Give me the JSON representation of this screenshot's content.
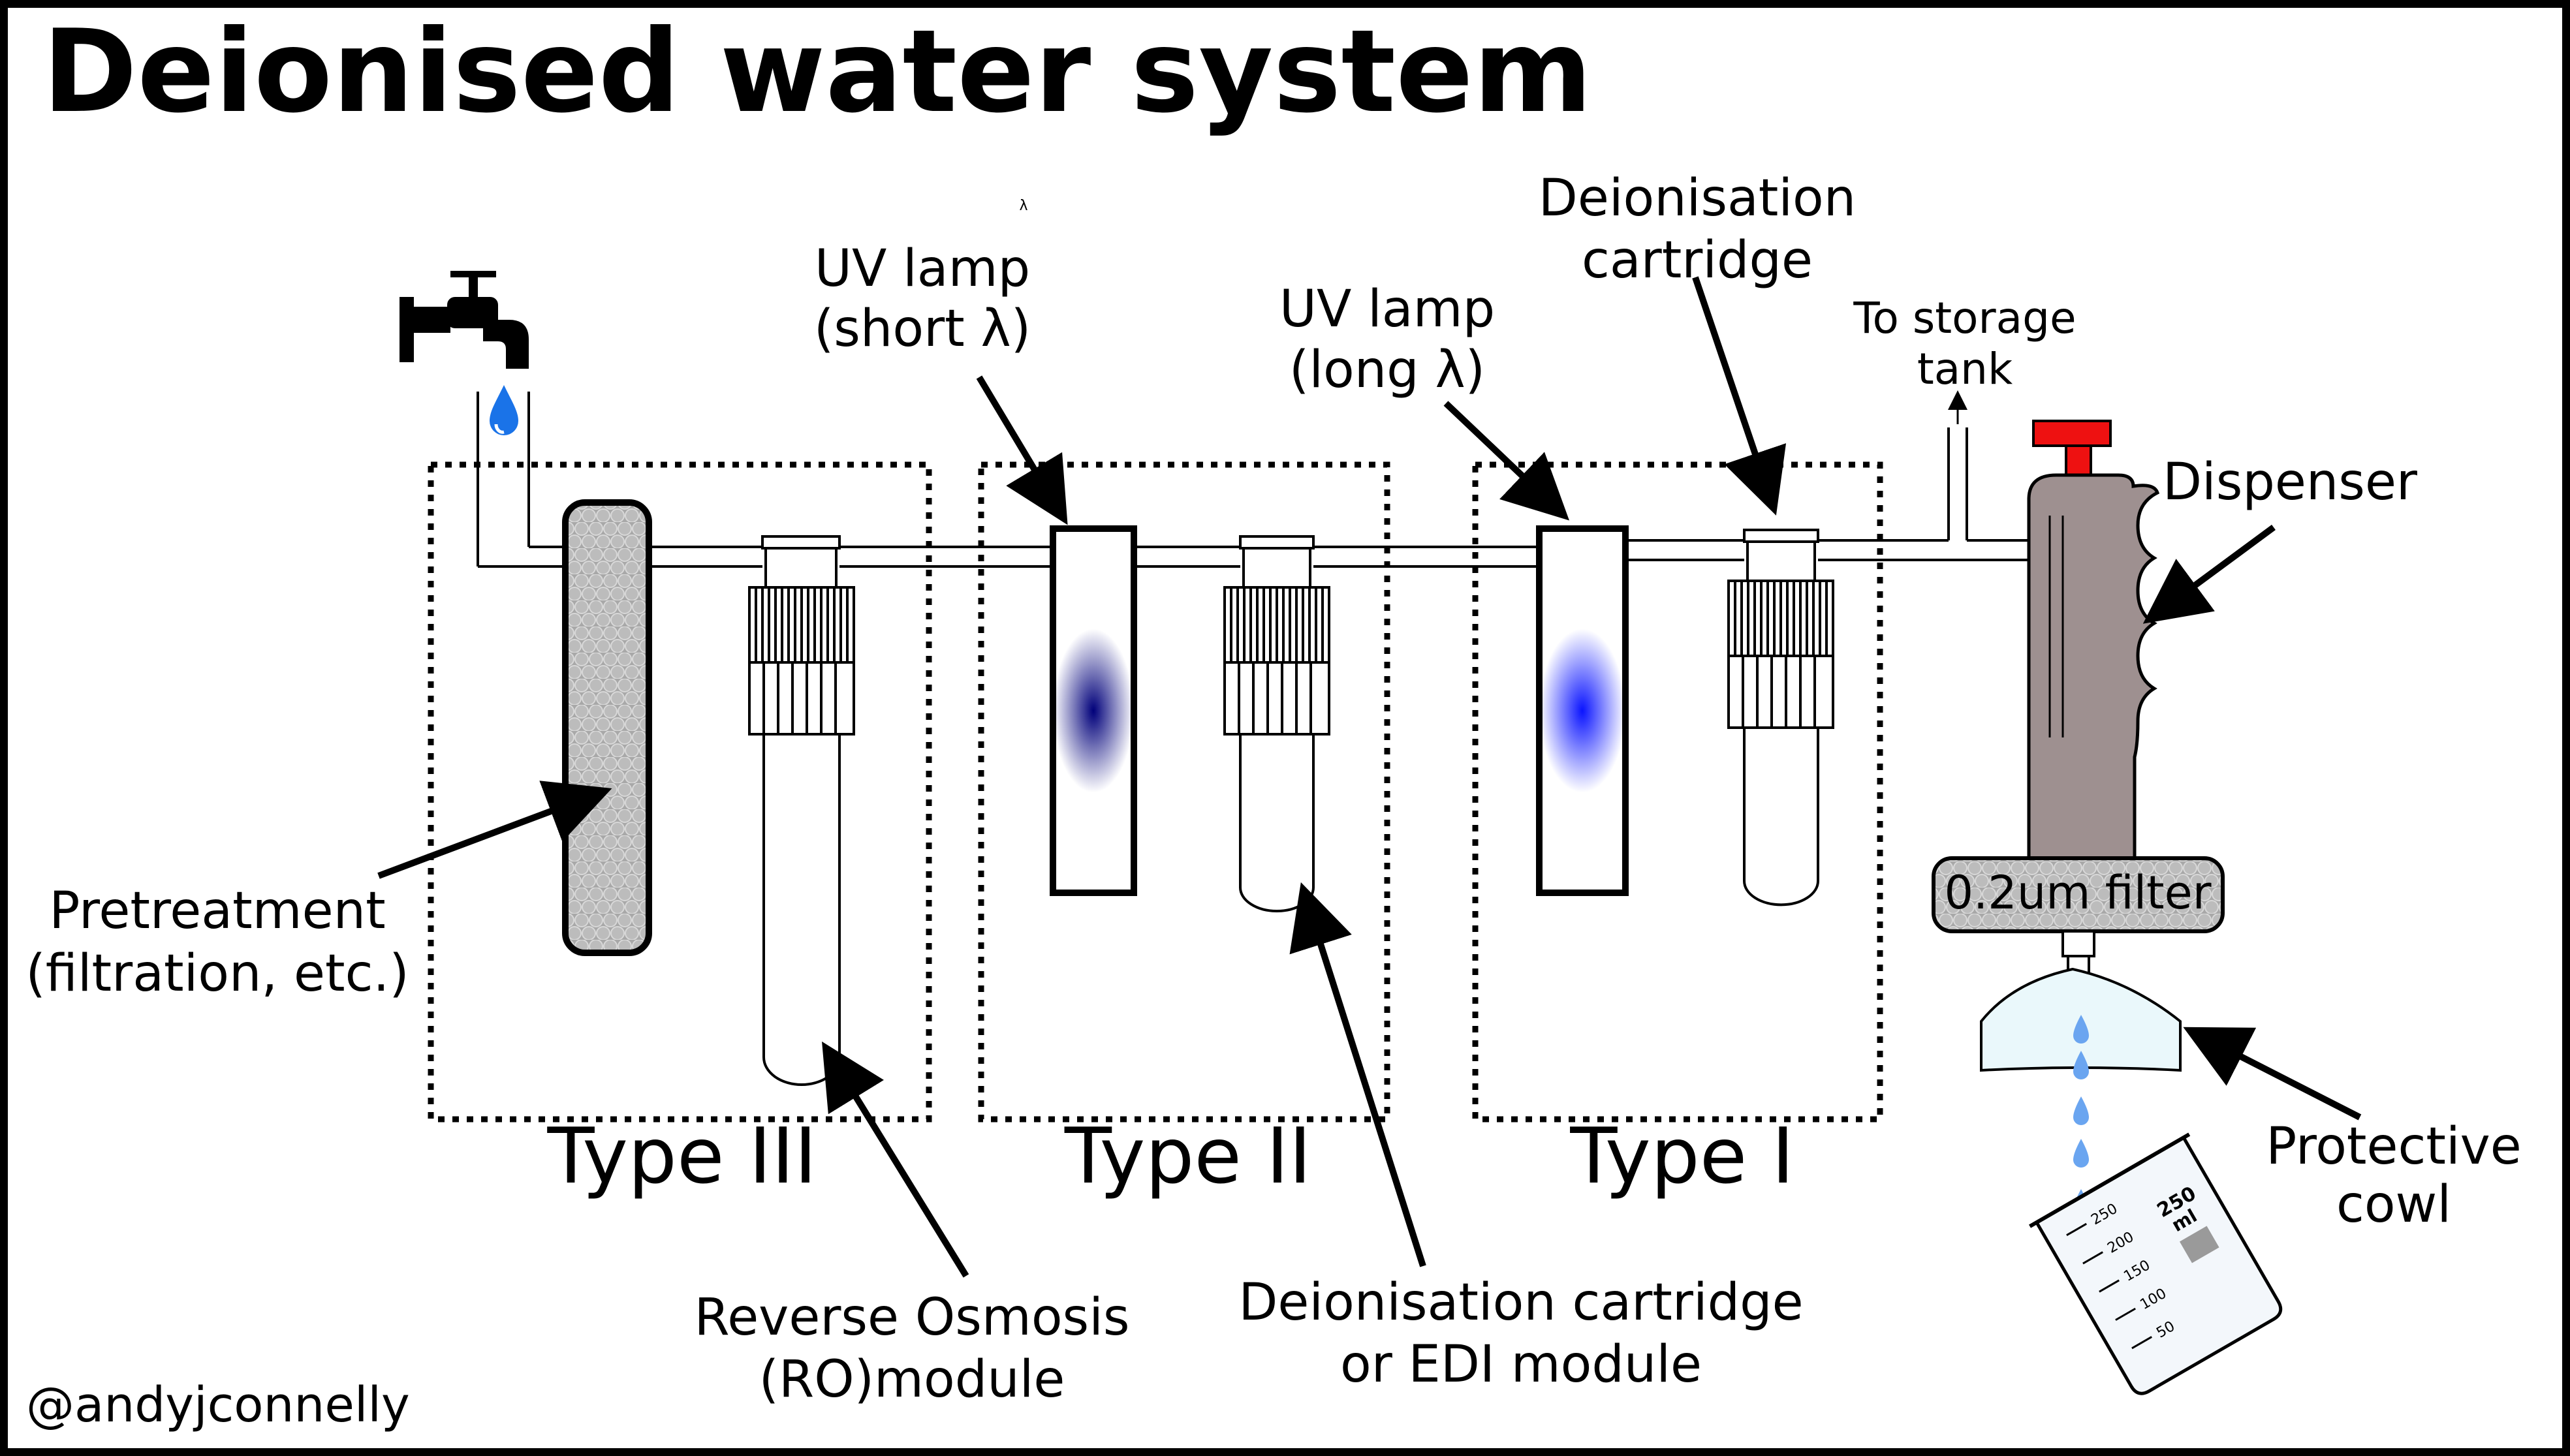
{
  "title": "Deionised water system",
  "credit": "@andyjconnelly",
  "zones": {
    "type3": "Type III",
    "type2": "Type II",
    "type1": "Type I"
  },
  "labels": {
    "pretreatment_1": "Pretreatment",
    "pretreatment_2": "(filtration, etc.)",
    "uv_short_1": "UV lamp",
    "uv_short_2": "(short λ)",
    "uv_short_stray": "λ",
    "uv_long_1": "UV lamp",
    "uv_long_2": "(long λ)",
    "deion_top_1": "Deionisation",
    "deion_top_2": "cartridge",
    "storage_1": "To storage",
    "storage_2": "tank",
    "dispenser": "Dispenser",
    "filter": "0.2um filter",
    "cowl_1": "Protective",
    "cowl_2": "cowl",
    "ro_1": "Reverse Osmosis",
    "ro_2": "(RO)module",
    "edi_1": "Deionisation cartridge",
    "edi_2": "or EDI module"
  },
  "beaker": {
    "volume": "250",
    "unit": "ml",
    "ticks": [
      "250",
      "200",
      "150",
      "100",
      "50"
    ]
  },
  "colors": {
    "uv_short": "#00007a",
    "uv_long": "#0a14ff",
    "dispenser": "#9e9090",
    "handle": "#ee1111",
    "water_drop": "#1a73e8",
    "drips": "#6aa5f0",
    "cowl": "#eaf8fb",
    "media": "#a8a8a8"
  },
  "icons": [
    "tap-icon",
    "water-drop-icon",
    "beaker-icon"
  ]
}
